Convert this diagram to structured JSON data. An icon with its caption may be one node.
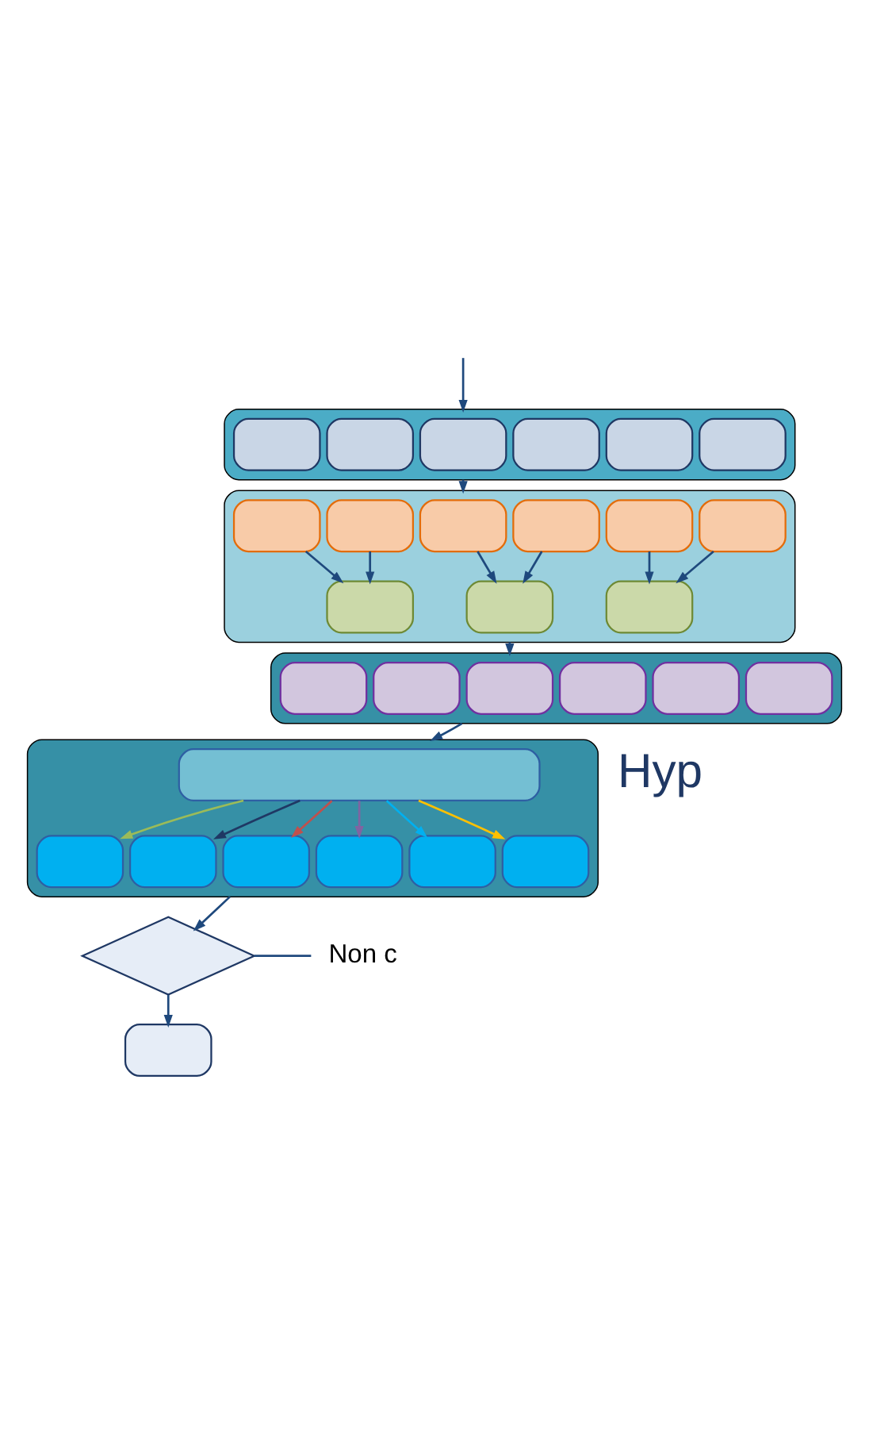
{
  "diagram": {
    "nodes": [
      {
        "text": [],
        "shape": "box"
      },
      {
        "text": [],
        "shape": "box",
        "in": 0
      },
      {
        "text": [],
        "shape": "box",
        "in": 0
      },
      {
        "text": [],
        "shape": "box",
        "in": 0
      },
      {
        "text": [],
        "shape": "box",
        "in": 0
      },
      {
        "text": [],
        "shape": "box",
        "in": 0
      },
      {
        "text": [],
        "shape": "box",
        "in": 0
      },
      {
        "text": [],
        "shape": "box"
      },
      {
        "text": [],
        "shape": "box",
        "in": 7
      },
      {
        "text": [],
        "shape": "box",
        "in": 7
      },
      {
        "text": [],
        "shape": "box",
        "in": 7
      },
      {
        "text": [],
        "shape": "box",
        "in": 7
      },
      {
        "text": [],
        "shape": "box",
        "in": 7
      },
      {
        "text": [],
        "shape": "box",
        "in": 7
      },
      {
        "text": [],
        "shape": "box",
        "in": 7
      },
      {
        "text": [],
        "shape": "box",
        "in": 7
      },
      {
        "text": [],
        "shape": "box",
        "in": 7
      },
      {
        "text": [],
        "shape": "box"
      },
      {
        "text": [],
        "shape": "box",
        "in": 17
      },
      {
        "text": [],
        "shape": "box",
        "in": 17
      },
      {
        "text": [],
        "shape": "box",
        "in": 17
      },
      {
        "text": [],
        "shape": "box",
        "in": 17
      },
      {
        "text": [],
        "shape": "box",
        "in": 17
      },
      {
        "text": [],
        "shape": "box",
        "in": 17
      },
      {
        "text": [],
        "shape": "box"
      },
      {
        "text": [],
        "shape": "box",
        "in": 24
      },
      {
        "text": [],
        "shape": "box",
        "in": 24
      },
      {
        "text": [],
        "shape": "box",
        "in": 24
      },
      {
        "text": [],
        "shape": "box",
        "in": 24
      },
      {
        "text": [],
        "shape": "box",
        "in": 24
      },
      {
        "text": [],
        "shape": "box",
        "in": 24
      },
      {
        "text": [],
        "shape": "box",
        "in": 24
      },
      {
        "text": [],
        "shape": "diamond"
      },
      {
        "text": [],
        "shape": "box"
      }
    ],
    "edges": [
      {
        "from": null,
        "to": 0,
        "arrow": "to"
      },
      {
        "from": 0,
        "to": 7,
        "arrow": "to"
      },
      {
        "from": 8,
        "to": 14,
        "arrow": "to"
      },
      {
        "from": 9,
        "to": 14,
        "arrow": "to"
      },
      {
        "from": 10,
        "to": 15,
        "arrow": "to"
      },
      {
        "from": 11,
        "to": 15,
        "arrow": "to"
      },
      {
        "from": 12,
        "to": 16,
        "arrow": "to"
      },
      {
        "from": 13,
        "to": 16,
        "arrow": "to"
      },
      {
        "from": 7,
        "to": 17,
        "arrow": "to"
      },
      {
        "from": 17,
        "to": 24,
        "arrow": "to"
      },
      {
        "from": 25,
        "to": 26,
        "arrow": "to",
        "color": "#9bbb59"
      },
      {
        "from": 25,
        "to": 27,
        "arrow": "to",
        "color": "#1f3864"
      },
      {
        "from": 25,
        "to": 28,
        "arrow": "to",
        "color": "#c0504d"
      },
      {
        "from": 25,
        "to": 29,
        "arrow": "to",
        "color": "#8064a2"
      },
      {
        "from": 25,
        "to": 30,
        "arrow": "to",
        "color": "#00b0f0"
      },
      {
        "from": 25,
        "to": 31,
        "arrow": "to",
        "color": "#ffc000"
      },
      {
        "from": 24,
        "to": 32,
        "arrow": "to"
      },
      {
        "from": 32,
        "to": 33,
        "arrow": "to"
      },
      {
        "from": 32,
        "to": null,
        "arrow": "none"
      }
    ],
    "labels": [
      "Hyp",
      "Non c"
    ]
  }
}
